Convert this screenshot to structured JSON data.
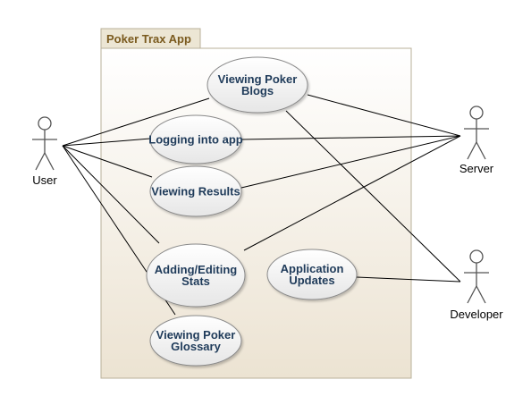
{
  "package": {
    "title": "Poker Trax App"
  },
  "actors": [
    {
      "id": "user",
      "label": "User"
    },
    {
      "id": "server",
      "label": "Server"
    },
    {
      "id": "developer",
      "label": "Developer"
    }
  ],
  "use_cases": [
    {
      "id": "blogs",
      "lines": [
        "Viewing Poker",
        "Blogs"
      ]
    },
    {
      "id": "login",
      "lines": [
        "Logging into app"
      ]
    },
    {
      "id": "results",
      "lines": [
        "Viewing Results"
      ]
    },
    {
      "id": "stats",
      "lines": [
        "Adding/Editing",
        "Stats"
      ]
    },
    {
      "id": "updates",
      "lines": [
        "Application",
        "Updates"
      ]
    },
    {
      "id": "glossary",
      "lines": [
        "Viewing Poker",
        "Glossary"
      ]
    }
  ],
  "associations": [
    [
      "user",
      "blogs"
    ],
    [
      "user",
      "login"
    ],
    [
      "user",
      "results"
    ],
    [
      "user",
      "stats"
    ],
    [
      "user",
      "glossary"
    ],
    [
      "server",
      "blogs"
    ],
    [
      "server",
      "login"
    ],
    [
      "server",
      "results"
    ],
    [
      "server",
      "stats"
    ],
    [
      "developer",
      "blogs"
    ],
    [
      "developer",
      "updates"
    ]
  ]
}
